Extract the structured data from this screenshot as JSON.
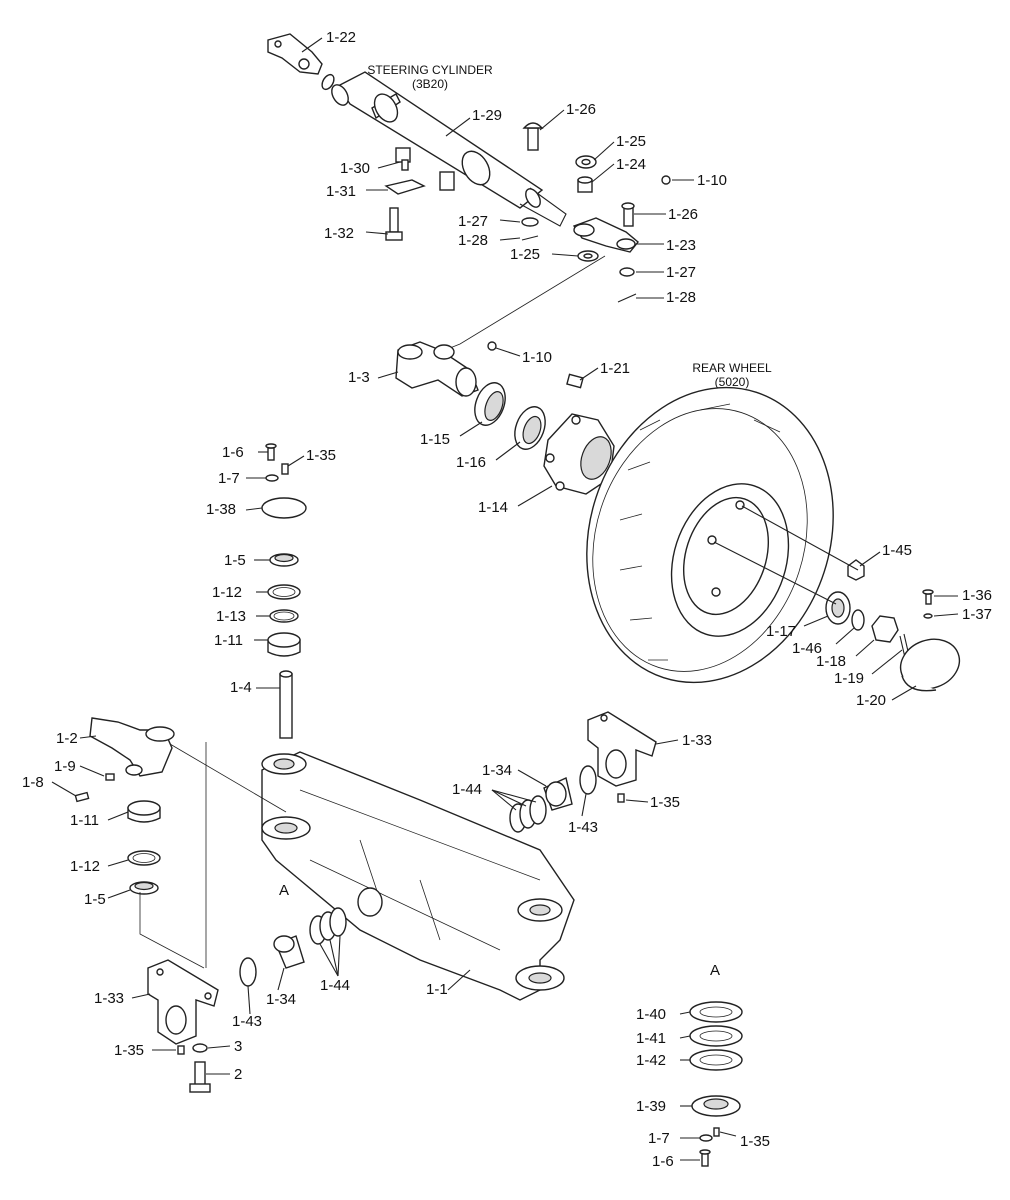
{
  "captions": {
    "steering_cylinder": "STEERING CYLINDER",
    "steering_cylinder_code": "(3B20)",
    "rear_wheel": "REAR WHEEL",
    "rear_wheel_code": "(5020)",
    "view_a_top": "A",
    "view_a_axle": "A"
  },
  "labels": [
    {
      "id": "l1-22",
      "text": "1-22"
    },
    {
      "id": "l1-29",
      "text": "1-29"
    },
    {
      "id": "l1-26a",
      "text": "1-26"
    },
    {
      "id": "l1-25a",
      "text": "1-25"
    },
    {
      "id": "l1-24",
      "text": "1-24"
    },
    {
      "id": "l1-10a",
      "text": "1-10"
    },
    {
      "id": "l1-30",
      "text": "1-30"
    },
    {
      "id": "l1-31",
      "text": "1-31"
    },
    {
      "id": "l1-26b",
      "text": "1-26"
    },
    {
      "id": "l1-27a",
      "text": "1-27"
    },
    {
      "id": "l1-32",
      "text": "1-32"
    },
    {
      "id": "l1-28a",
      "text": "1-28"
    },
    {
      "id": "l1-23",
      "text": "1-23"
    },
    {
      "id": "l1-25b",
      "text": "1-25"
    },
    {
      "id": "l1-27b",
      "text": "1-27"
    },
    {
      "id": "l1-28b",
      "text": "1-28"
    },
    {
      "id": "l1-10b",
      "text": "1-10"
    },
    {
      "id": "l1-3",
      "text": "1-3"
    },
    {
      "id": "l1-21",
      "text": "1-21"
    },
    {
      "id": "l1-15",
      "text": "1-15"
    },
    {
      "id": "l1-16",
      "text": "1-16"
    },
    {
      "id": "l1-6a",
      "text": "1-6"
    },
    {
      "id": "l1-35a",
      "text": "1-35"
    },
    {
      "id": "l1-7a",
      "text": "1-7"
    },
    {
      "id": "l1-14",
      "text": "1-14"
    },
    {
      "id": "l1-38",
      "text": "1-38"
    },
    {
      "id": "l1-45",
      "text": "1-45"
    },
    {
      "id": "l1-5a",
      "text": "1-5"
    },
    {
      "id": "l1-12a",
      "text": "1-12"
    },
    {
      "id": "l1-13",
      "text": "1-13"
    },
    {
      "id": "l1-36",
      "text": "1-36"
    },
    {
      "id": "l1-37",
      "text": "1-37"
    },
    {
      "id": "l1-11a",
      "text": "1-11"
    },
    {
      "id": "l1-17",
      "text": "1-17"
    },
    {
      "id": "l1-46",
      "text": "1-46"
    },
    {
      "id": "l1-18",
      "text": "1-18"
    },
    {
      "id": "l1-19",
      "text": "1-19"
    },
    {
      "id": "l1-4",
      "text": "1-4"
    },
    {
      "id": "l1-20",
      "text": "1-20"
    },
    {
      "id": "l1-2",
      "text": "1-2"
    },
    {
      "id": "l1-33a",
      "text": "1-33"
    },
    {
      "id": "l1-9",
      "text": "1-9"
    },
    {
      "id": "l1-34a",
      "text": "1-34"
    },
    {
      "id": "l1-44a",
      "text": "1-44"
    },
    {
      "id": "l1-8",
      "text": "1-8"
    },
    {
      "id": "l1-35b",
      "text": "1-35"
    },
    {
      "id": "l1-11b",
      "text": "1-11"
    },
    {
      "id": "l1-43a",
      "text": "1-43"
    },
    {
      "id": "l1-12b",
      "text": "1-12"
    },
    {
      "id": "l1-5b",
      "text": "1-5"
    },
    {
      "id": "l1-33b",
      "text": "1-33"
    },
    {
      "id": "l1-34b",
      "text": "1-34"
    },
    {
      "id": "l1-44b",
      "text": "1-44"
    },
    {
      "id": "l1-1",
      "text": "1-1"
    },
    {
      "id": "l1-43b",
      "text": "1-43"
    },
    {
      "id": "l1-40",
      "text": "1-40"
    },
    {
      "id": "l1-41",
      "text": "1-41"
    },
    {
      "id": "l1-35c",
      "text": "1-35"
    },
    {
      "id": "l3",
      "text": "3"
    },
    {
      "id": "l1-42",
      "text": "1-42"
    },
    {
      "id": "l2",
      "text": "2"
    },
    {
      "id": "l1-39",
      "text": "1-39"
    },
    {
      "id": "l1-7b",
      "text": "1-7"
    },
    {
      "id": "l1-35d",
      "text": "1-35"
    },
    {
      "id": "l1-6b",
      "text": "1-6"
    }
  ]
}
